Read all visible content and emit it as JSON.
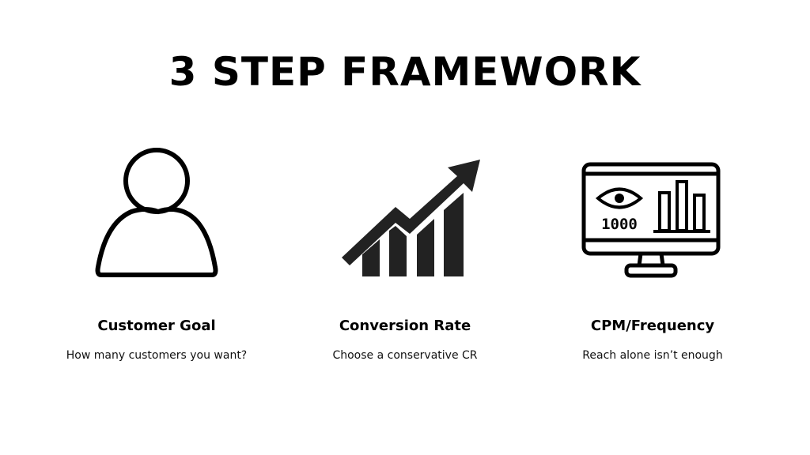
{
  "title": "3 STEP FRAMEWORK",
  "steps": [
    {
      "heading": "Customer Goal",
      "caption": "How many customers you want?",
      "icon": "user-icon"
    },
    {
      "heading": "Conversion Rate",
      "caption": "Choose a conservative CR",
      "icon": "growth-chart-icon"
    },
    {
      "heading": "CPM/Frequency",
      "caption": "Reach alone isn’t enough",
      "icon": "monitor-analytics-icon",
      "icon_text": "1000"
    }
  ]
}
